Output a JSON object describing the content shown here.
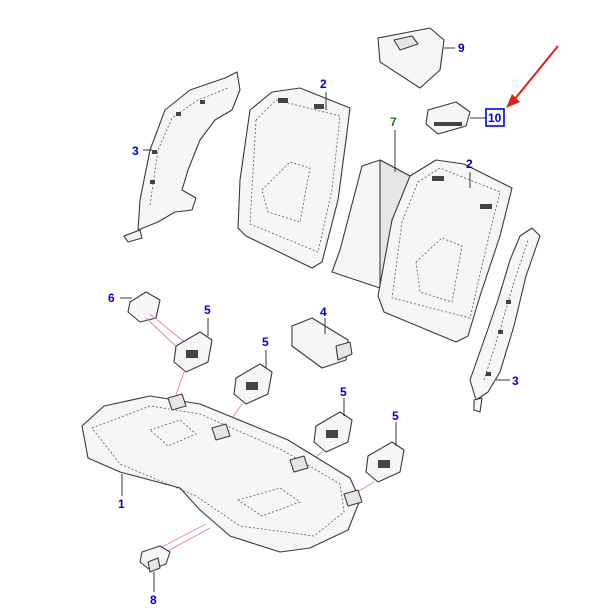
{
  "callout_color": "#0000cc",
  "highlight_color": "#0000ff",
  "arrow_color": "#e02020",
  "accent_green": "#1a7a1a",
  "callouts": {
    "c1": "1",
    "c2a": "2",
    "c2b": "2",
    "c3a": "3",
    "c3b": "3",
    "c4": "4",
    "c5a": "5",
    "c5b": "5",
    "c5c": "5",
    "c5d": "5",
    "c6": "6",
    "c7": "7",
    "c8": "8",
    "c9": "9",
    "c10": "10"
  }
}
